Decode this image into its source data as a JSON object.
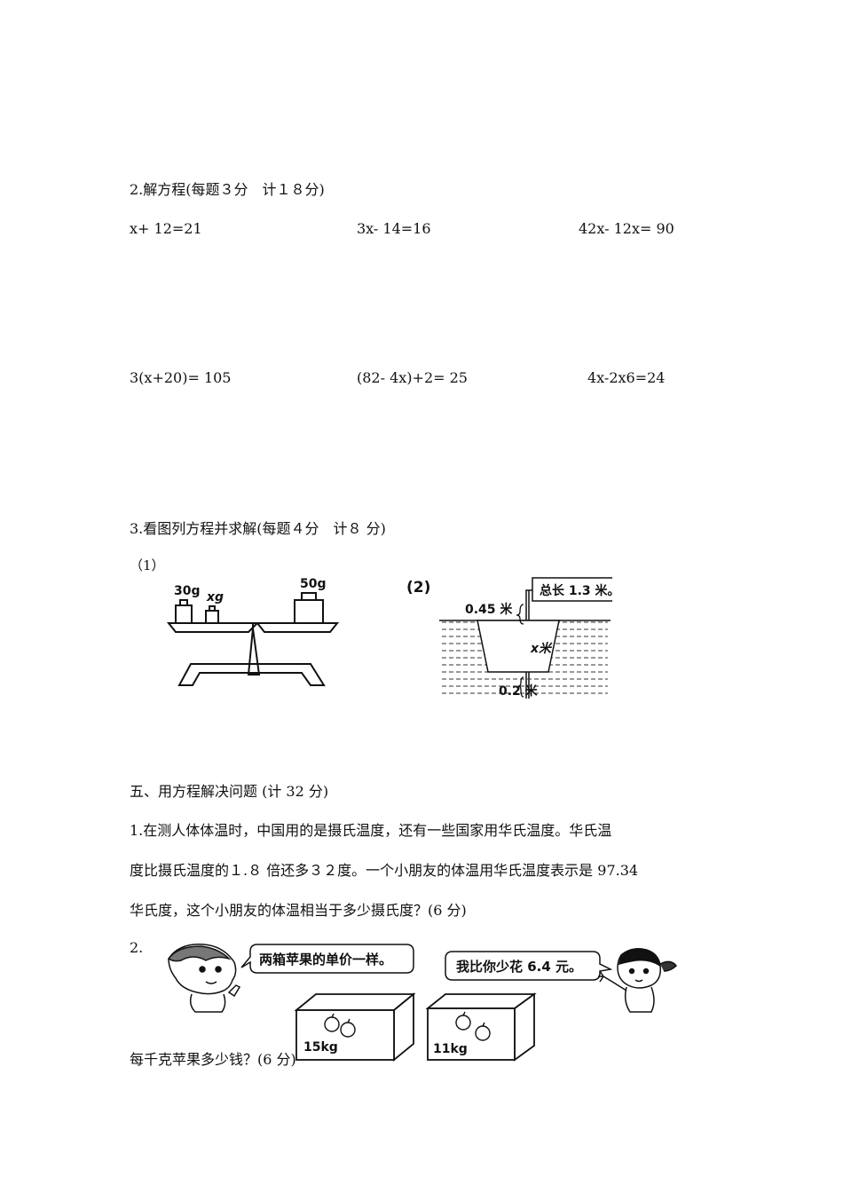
{
  "section2": {
    "title": "2.解方程(每题３分　计１８分)",
    "equations": [
      "x+ 12=21",
      "3x- 14=16",
      "42x- 12x= 90",
      "3(x+20)= 105",
      "(82- 4x)+2= 25",
      "4x-2x6=24"
    ]
  },
  "section3": {
    "title": "3.看图列方程并求解(每题４分　计８ 分)",
    "fig1": {
      "label": "（1）",
      "weight_left": "30g",
      "weight_x": "xg",
      "weight_right": "50g"
    },
    "fig2": {
      "label": "(2)",
      "callout": "总长 1.3 米。",
      "top_len": "0.45 米",
      "mid_len": "x米",
      "bottom_len": "0.2 米"
    }
  },
  "section5": {
    "title": "五、用方程解决问题 (计 32 分)",
    "q1": {
      "line1": "1.在测人体体温时，中国用的是摄氏温度，还有一些国家用华氏温度。华氏温",
      "line2": "度比摄氏温度的１.８ 倍还多３２度。一个小朋友的体温用华氏温度表示是 97.34",
      "line3": "华氏度，这个小朋友的体温相当于多少摄氏度？(6 分)"
    },
    "q2": {
      "number": "2.",
      "bubble_left": "两箱苹果的单价一样。",
      "bubble_right": "我比你少花 6.4 元。",
      "box_left": "15kg",
      "box_right": "11kg",
      "question": "每千克苹果多少钱？(6 分)"
    }
  }
}
